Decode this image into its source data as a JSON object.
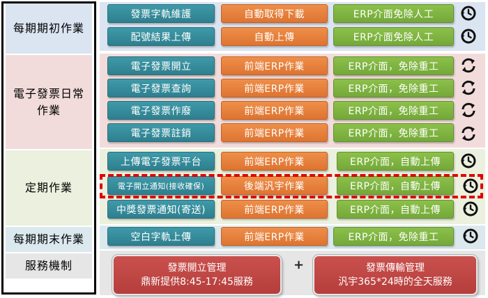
{
  "categories": {
    "initial": "每期期初作業",
    "daily_line1": "電子發票日常",
    "daily_line2": "作業",
    "periodic": "定期作業",
    "end": "每期期末作業",
    "service": "服務機制"
  },
  "rows": [
    {
      "task": "發票字軌維護",
      "method": "自動取得下載",
      "benefit": "ERP介面免除人工",
      "icon": "clock-icon"
    },
    {
      "task": "配號結果上傳",
      "method": "自動上傳",
      "benefit": "ERP介面免除人工",
      "icon": "clock-icon"
    },
    {
      "task": "電子發票開立",
      "method": "前端ERP作業",
      "benefit": "ERP介面，免除重工",
      "icon": "sync-icon"
    },
    {
      "task": "電子發票查詢",
      "method": "前端ERP作業",
      "benefit": "ERP介面，免除重工",
      "icon": "sync-icon"
    },
    {
      "task": "電子發票作廢",
      "method": "前端ERP作業",
      "benefit": "ERP介面，免除重工",
      "icon": "sync-icon"
    },
    {
      "task": "電子發票註銷",
      "method": "前端ERP作業",
      "benefit": "ERP介面，免除重工",
      "icon": "sync-icon"
    },
    {
      "task": "上傳電子發票平台",
      "method": "前端ERP作業",
      "benefit": "ERP介面，自動上傳",
      "icon": "clock-icon"
    },
    {
      "task": "電子開立通知(接收確保)",
      "method": "後端汎宇作業",
      "benefit": "ERP介面，自動上傳",
      "icon": "clock-icon"
    },
    {
      "task": "中獎發票通知(寄送)",
      "method": "前端ERP作業",
      "benefit": "ERP介面，自動上傳",
      "icon": "clock-icon"
    },
    {
      "task": "空白字軌上傳",
      "method": "前端ERP作業",
      "benefit": "ERP介面，免除重工",
      "icon": "clock-icon"
    }
  ],
  "service": {
    "left_title": "發票開立管理",
    "left_sub": "鼎新提供8:45-17:45服務",
    "plus": "+",
    "right_title": "發票傳輸管理",
    "right_sub": "汎宇365*24時的全天服務"
  },
  "colors": {
    "teal": "#2e7f8e",
    "orange": "#de7431",
    "green": "#74a93a",
    "red": "#b53e3c",
    "band_initial": "#dbe4f1",
    "band_daily": "#f2dcdb",
    "band_periodic": "#ebf1de",
    "band_end": "#dbe9ef",
    "band_service": "#e6e6e6",
    "highlight": "#e00000"
  }
}
